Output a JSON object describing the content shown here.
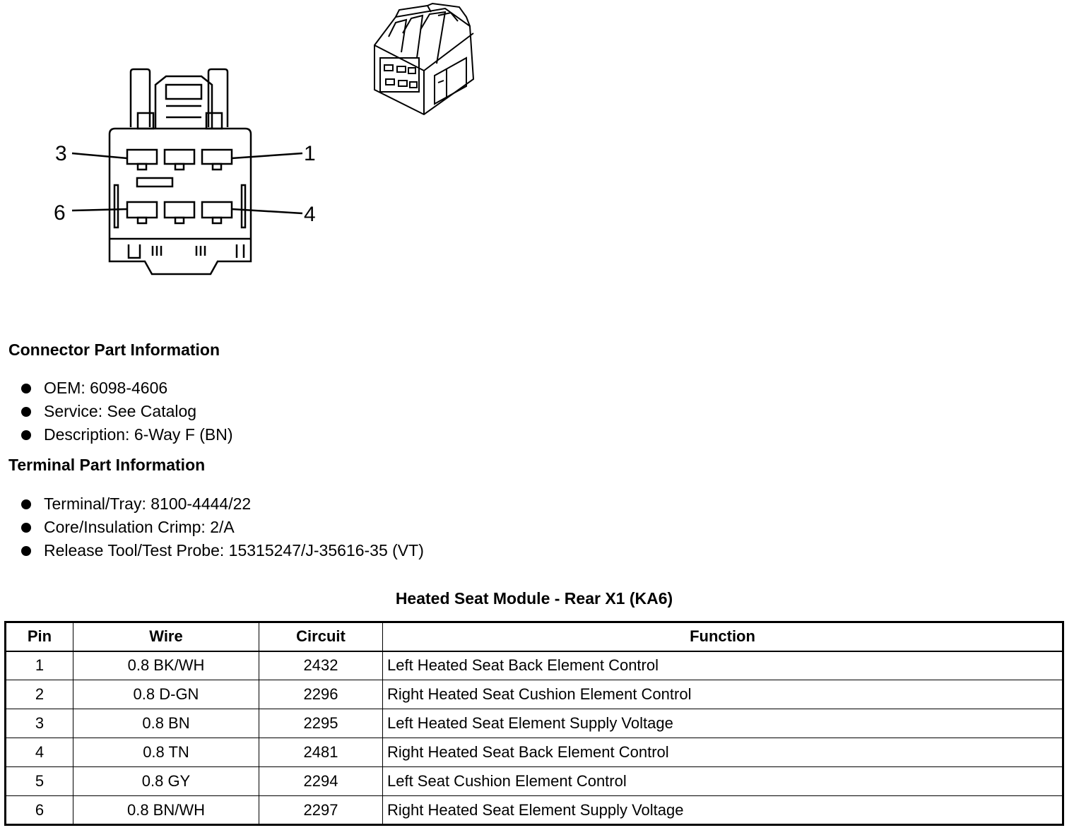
{
  "diagram": {
    "pin_labels": [
      "3",
      "1",
      "6",
      "4"
    ]
  },
  "connector_section": {
    "heading": "Connector Part Information",
    "items": [
      "OEM: 6098-4606",
      "Service: See Catalog",
      "Description: 6-Way F (BN)"
    ]
  },
  "terminal_section": {
    "heading": "Terminal Part Information",
    "items": [
      "Terminal/Tray: 8100-4444/22",
      "Core/Insulation Crimp: 2/A",
      "Release Tool/Test Probe: 15315247/J-35616-35 (VT)"
    ]
  },
  "table": {
    "title": "Heated Seat Module - Rear X1 (KA6)",
    "headers": [
      "Pin",
      "Wire",
      "Circuit",
      "Function"
    ],
    "rows": [
      [
        "1",
        "0.8 BK/WH",
        "2432",
        "Left Heated Seat Back Element Control"
      ],
      [
        "2",
        "0.8 D-GN",
        "2296",
        "Right Heated Seat Cushion Element Control"
      ],
      [
        "3",
        "0.8 BN",
        "2295",
        "Left Heated Seat Element Supply Voltage"
      ],
      [
        "4",
        "0.8 TN",
        "2481",
        "Right Heated Seat Back Element Control"
      ],
      [
        "5",
        "0.8 GY",
        "2294",
        "Left Seat Cushion Element Control"
      ],
      [
        "6",
        "0.8 BN/WH",
        "2297",
        "Right Heated Seat Element Supply Voltage"
      ]
    ]
  }
}
